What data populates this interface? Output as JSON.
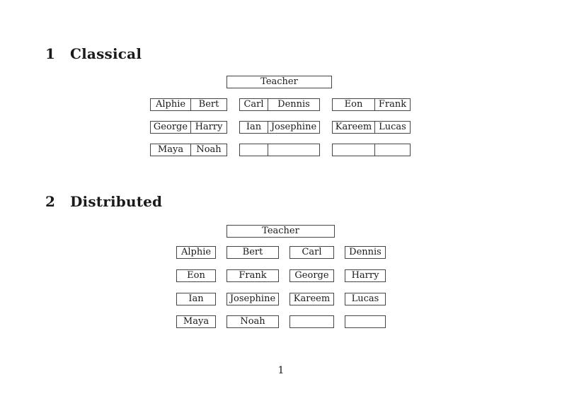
{
  "page_number": "1",
  "colors": {
    "background": "#ffffff",
    "border": "#454545",
    "text": "#1a1a1a"
  },
  "sections": [
    {
      "heading_number": "1",
      "heading_title": "Classical",
      "teacher_label": "Teacher",
      "rows": [
        [
          [
            "Alphie",
            "Bert"
          ],
          [
            "Carl",
            "Dennis"
          ],
          [
            "Eon",
            "Frank"
          ]
        ],
        [
          [
            "George",
            "Harry"
          ],
          [
            "Ian",
            "Josephine"
          ],
          [
            "Kareem",
            "Lucas"
          ]
        ],
        [
          [
            "Maya",
            "Noah"
          ],
          [
            "",
            ""
          ],
          [
            "",
            ""
          ]
        ]
      ]
    },
    {
      "heading_number": "2",
      "heading_title": "Distributed",
      "teacher_label": "Teacher",
      "rows": [
        [
          "Alphie",
          "Bert",
          "Carl",
          "Dennis"
        ],
        [
          "Eon",
          "Frank",
          "George",
          "Harry"
        ],
        [
          "Ian",
          "Josephine",
          "Kareem",
          "Lucas"
        ],
        [
          "Maya",
          "Noah",
          "",
          ""
        ]
      ]
    }
  ]
}
